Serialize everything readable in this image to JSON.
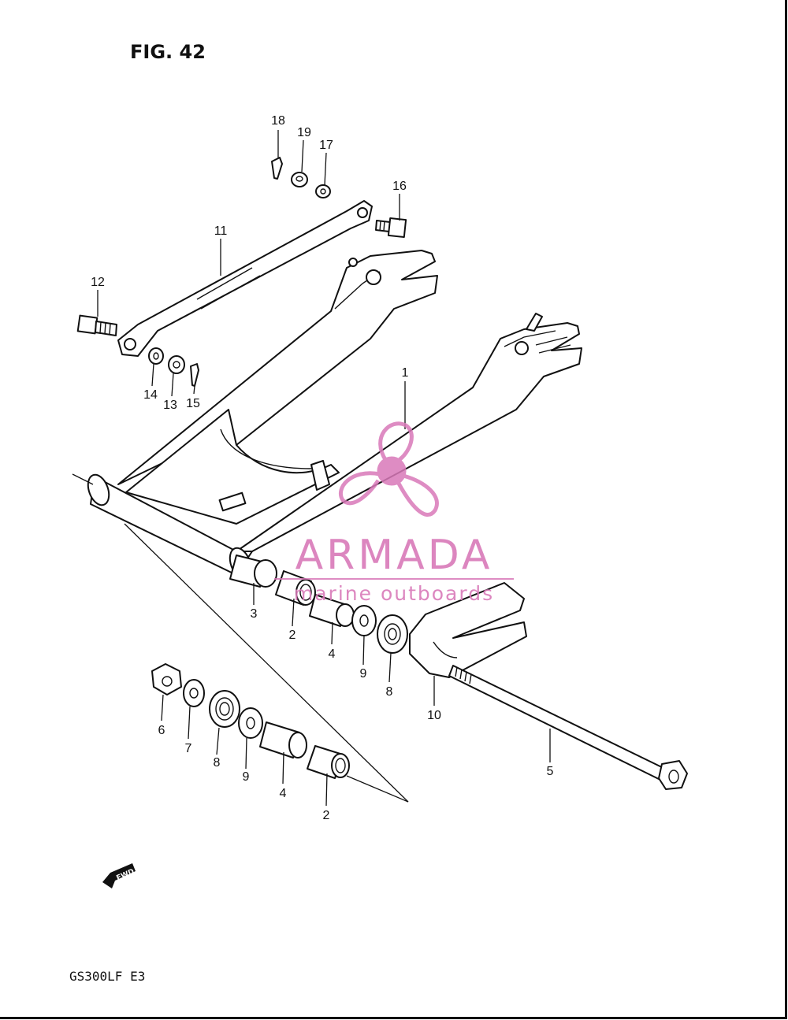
{
  "figure": {
    "title": "FIG. 42",
    "model": "GS300LF  E3"
  },
  "fwd_badge": {
    "label": "FWD",
    "icon": "forward-arrow-icon"
  },
  "watermark": {
    "main": "ARMADA",
    "sub": "marine outboards",
    "color": "#d979b9",
    "icon": "propeller-logo-icon"
  },
  "parts": [
    {
      "id": "p18",
      "label": "18"
    },
    {
      "id": "p19",
      "label": "19"
    },
    {
      "id": "p17",
      "label": "17"
    },
    {
      "id": "p16",
      "label": "16"
    },
    {
      "id": "p11",
      "label": "11"
    },
    {
      "id": "p12",
      "label": "12"
    },
    {
      "id": "p14",
      "label": "14"
    },
    {
      "id": "p13",
      "label": "13"
    },
    {
      "id": "p15",
      "label": "15"
    },
    {
      "id": "p1",
      "label": "1"
    },
    {
      "id": "p3",
      "label": "3"
    },
    {
      "id": "p2a",
      "label": "2"
    },
    {
      "id": "p4a",
      "label": "4"
    },
    {
      "id": "p9a",
      "label": "9"
    },
    {
      "id": "p8a",
      "label": "8"
    },
    {
      "id": "p10",
      "label": "10"
    },
    {
      "id": "p6",
      "label": "6"
    },
    {
      "id": "p7",
      "label": "7"
    },
    {
      "id": "p8b",
      "label": "8"
    },
    {
      "id": "p9b",
      "label": "9"
    },
    {
      "id": "p4b",
      "label": "4"
    },
    {
      "id": "p2b",
      "label": "2"
    },
    {
      "id": "p5",
      "label": "5"
    }
  ]
}
